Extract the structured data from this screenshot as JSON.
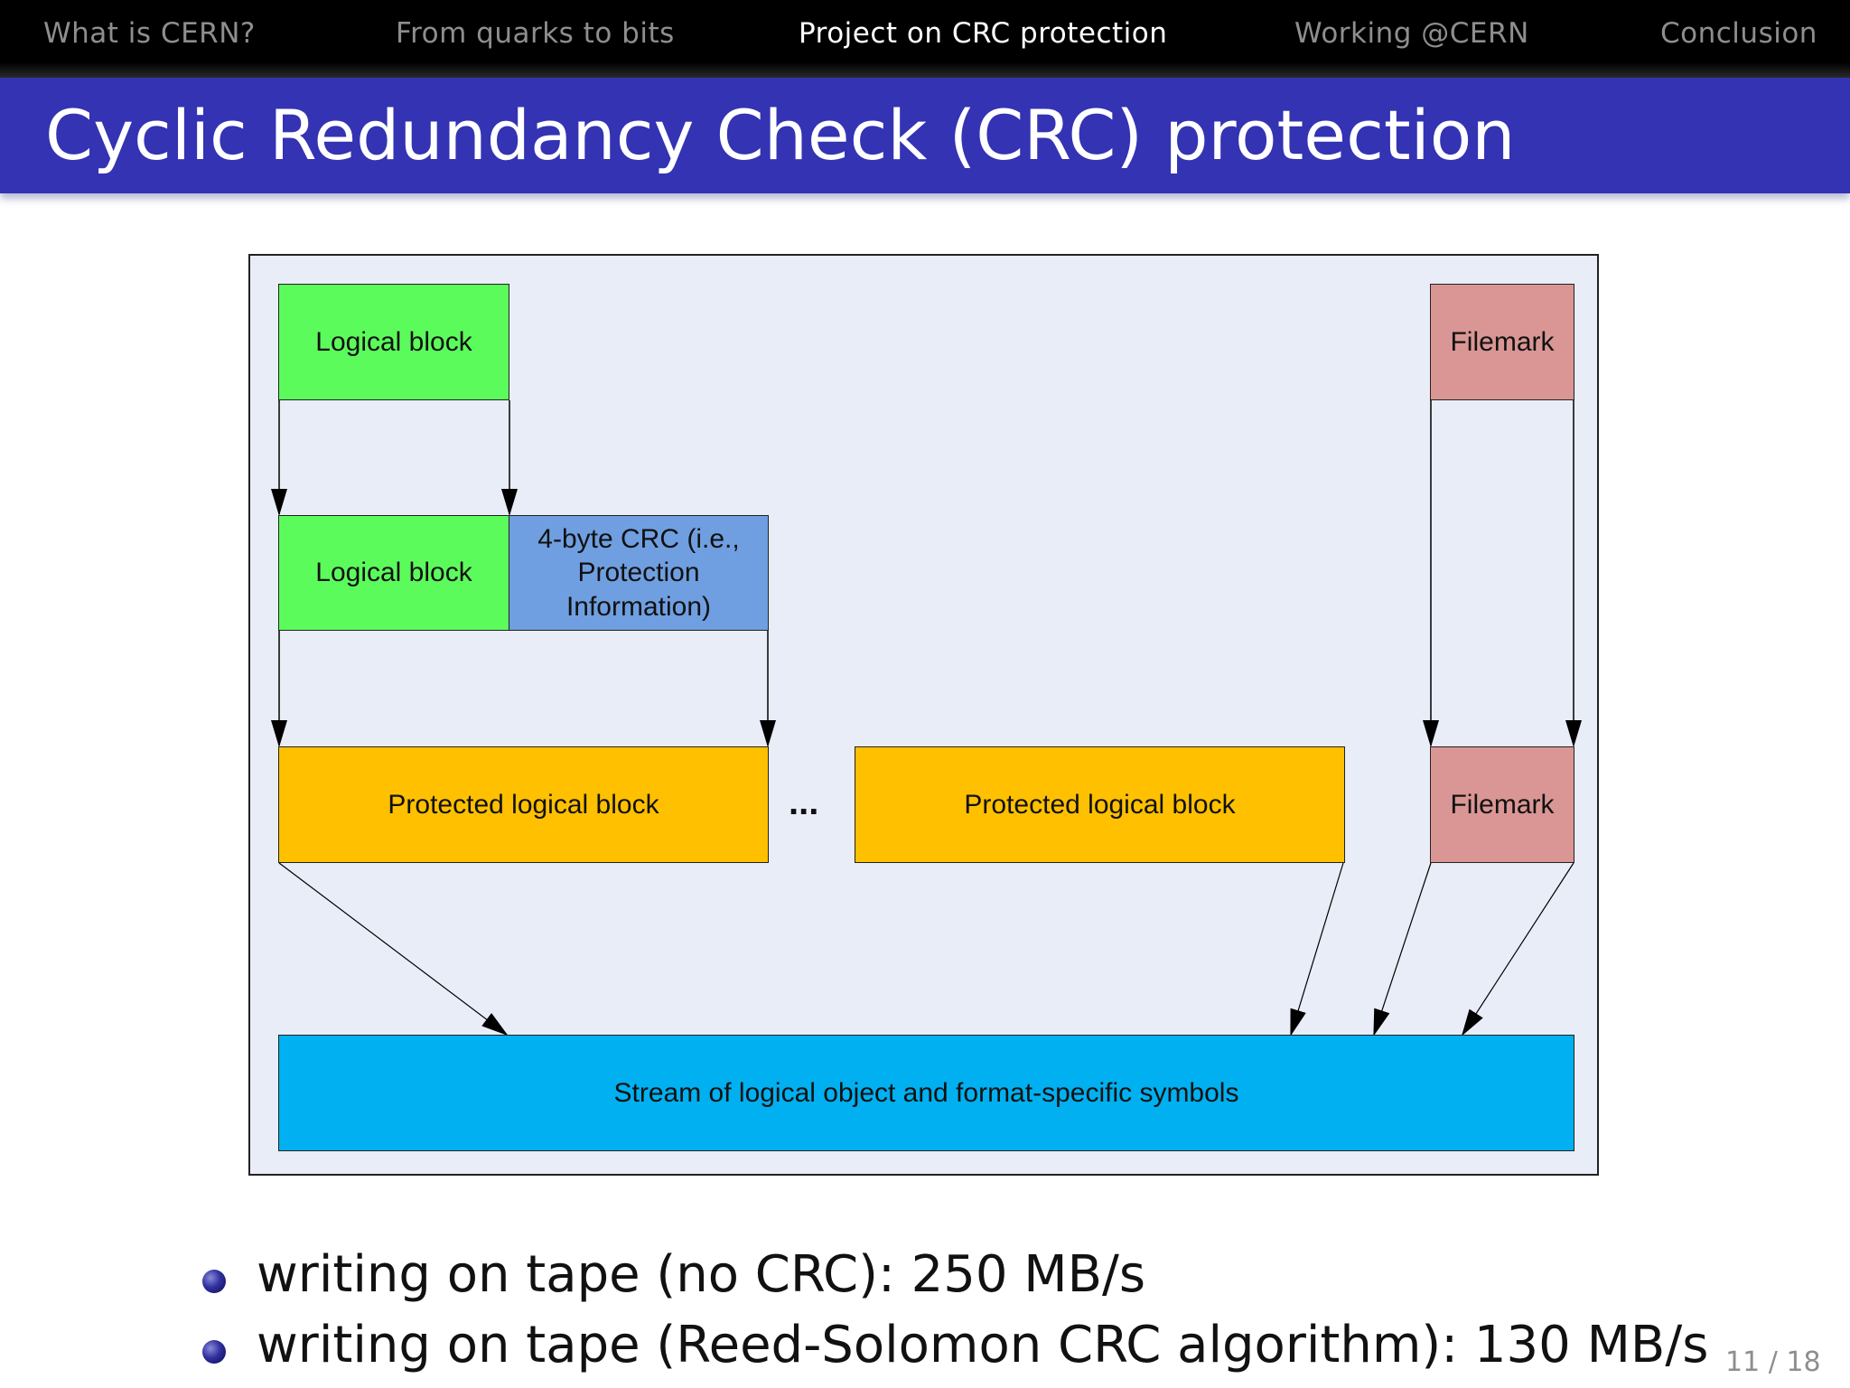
{
  "navigation": {
    "items": [
      {
        "label": "What is CERN?",
        "active": false
      },
      {
        "label": "From quarks to bits",
        "active": false
      },
      {
        "label": "Project on CRC protection",
        "active": true
      },
      {
        "label": "Working @CERN",
        "active": false
      },
      {
        "label": "Conclusion",
        "active": false
      }
    ]
  },
  "slide": {
    "title": "Cyclic Redundancy Check (CRC) protection"
  },
  "diagram": {
    "logical_block_top": "Logical block",
    "logical_block": "Logical block",
    "crc_block": "4-byte CRC (i.e., Protection Information)",
    "protected_block_1": "Protected logical block",
    "ellipsis": "...",
    "protected_block_2": "Protected logical block",
    "filemark_top": "Filemark",
    "filemark_bottom": "Filemark",
    "stream": "Stream of logical object and format-specific symbols",
    "colors": {
      "logical_block": "#5cfb5c",
      "crc": "#6f9fe0",
      "protected": "#ffc000",
      "filemark": "#da9694",
      "stream": "#00b0f0",
      "background": "#e9edf7"
    }
  },
  "bullets": [
    "writing on tape (no CRC): 250 MB/s",
    "writing on tape (Reed-Solomon CRC algorithm): 130 MB/s"
  ],
  "page_number": "11 / 18",
  "theme": {
    "title_bar_color": "#3333b3",
    "nav_bar_color": "#000000"
  }
}
